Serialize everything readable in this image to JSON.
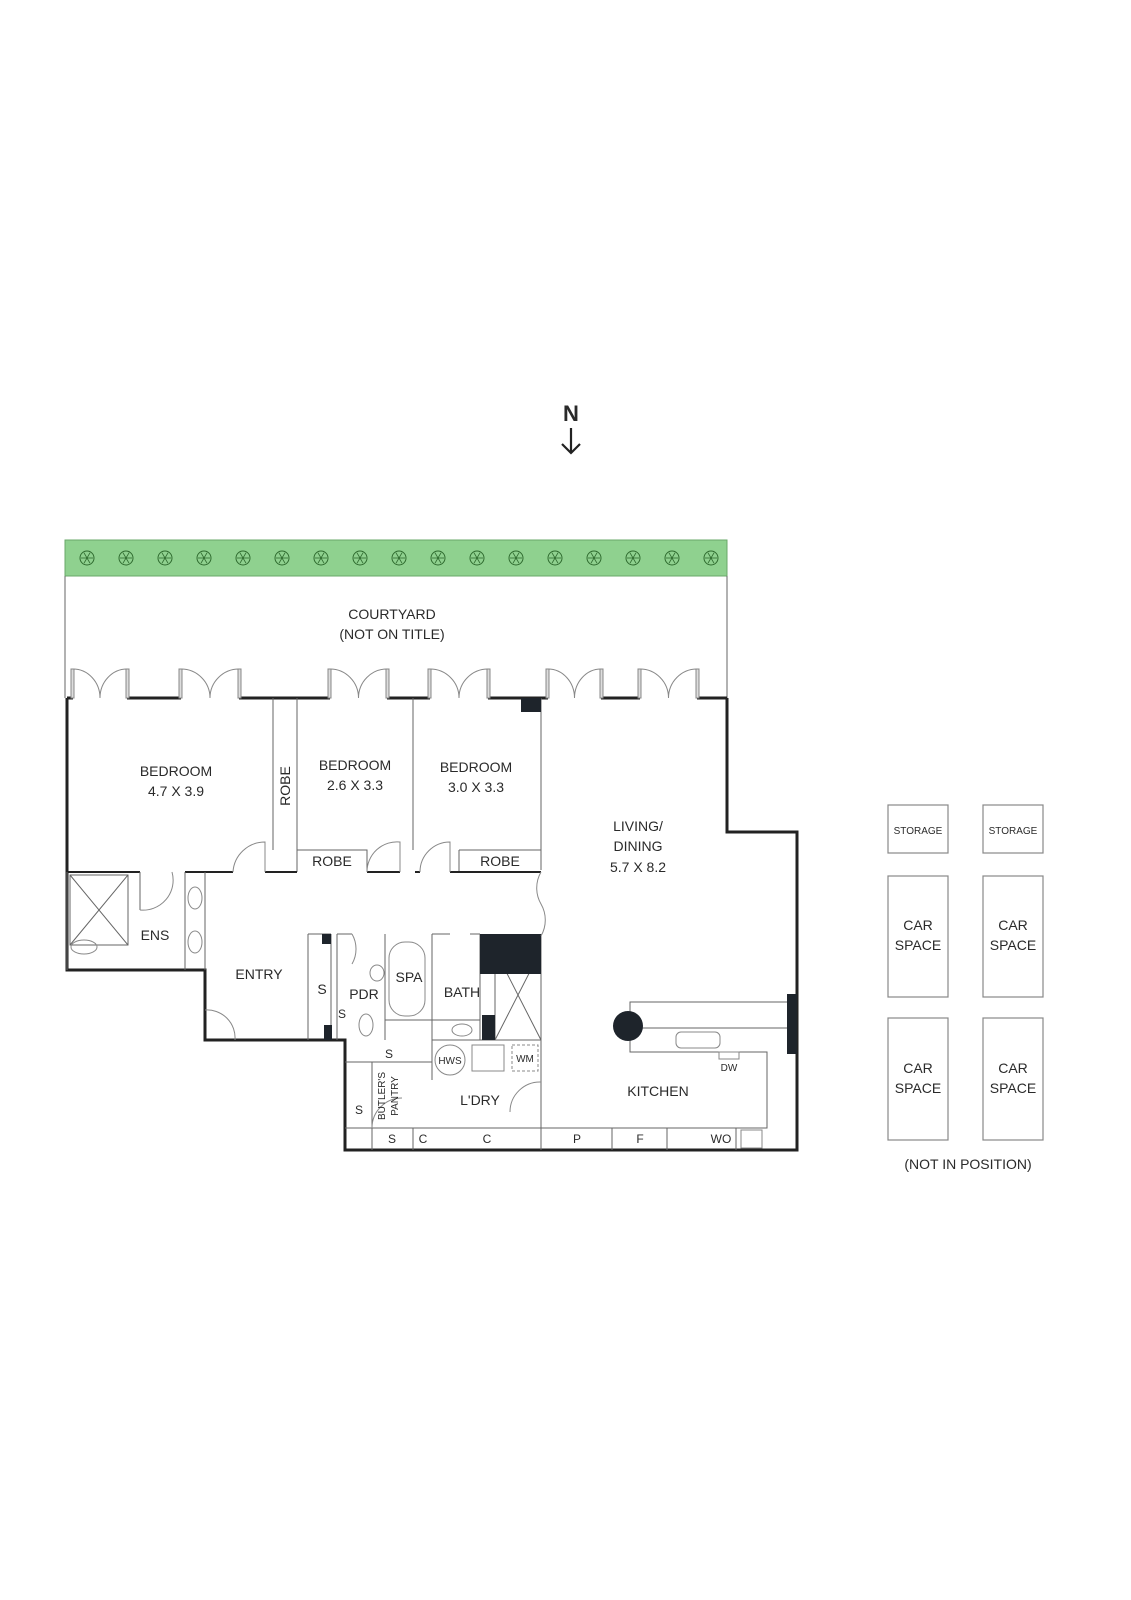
{
  "compass": {
    "letter": "N",
    "arrow": "↓"
  },
  "garden": {
    "color": "#8fd18f",
    "tree_count": 17
  },
  "courtyard": {
    "line1": "COURTYARD",
    "line2": "(NOT ON TITLE)"
  },
  "rooms": {
    "bedroom1": {
      "name": "BEDROOM",
      "dims": "4.7 X 3.9"
    },
    "bedroom2": {
      "name": "BEDROOM",
      "dims": "2.6 X 3.3"
    },
    "bedroom3": {
      "name": "BEDROOM",
      "dims": "3.0 X 3.3"
    },
    "living": {
      "line1": "LIVING/",
      "line2": "DINING",
      "dims": "5.7 X 8.2"
    },
    "robe_vertical": "ROBE",
    "robe2": "ROBE",
    "robe3": "ROBE",
    "ensuite": "ENS",
    "entry": "ENTRY",
    "storage_s1": "S",
    "storage_s2": "S",
    "pdr": "PDR",
    "spa": "SPA",
    "bath": "BATH",
    "s_top": "S",
    "s_left": "S",
    "butlers_pantry": {
      "line1": "BUTLER'S",
      "line2": "PANTRY"
    },
    "hws": "HWS",
    "wm": "WM",
    "laundry": "L'DRY",
    "kitchen": "KITCHEN",
    "dw": "DW",
    "bottom_cabinets": [
      "S",
      "C",
      "C",
      "P",
      "F",
      "WO"
    ]
  },
  "parking": {
    "storage": [
      "STORAGE",
      "STORAGE"
    ],
    "car_spaces": [
      {
        "line1": "CAR",
        "line2": "SPACE"
      },
      {
        "line1": "CAR",
        "line2": "SPACE"
      },
      {
        "line1": "CAR",
        "line2": "SPACE"
      },
      {
        "line1": "CAR",
        "line2": "SPACE"
      }
    ],
    "note": "(NOT IN POSITION)"
  }
}
